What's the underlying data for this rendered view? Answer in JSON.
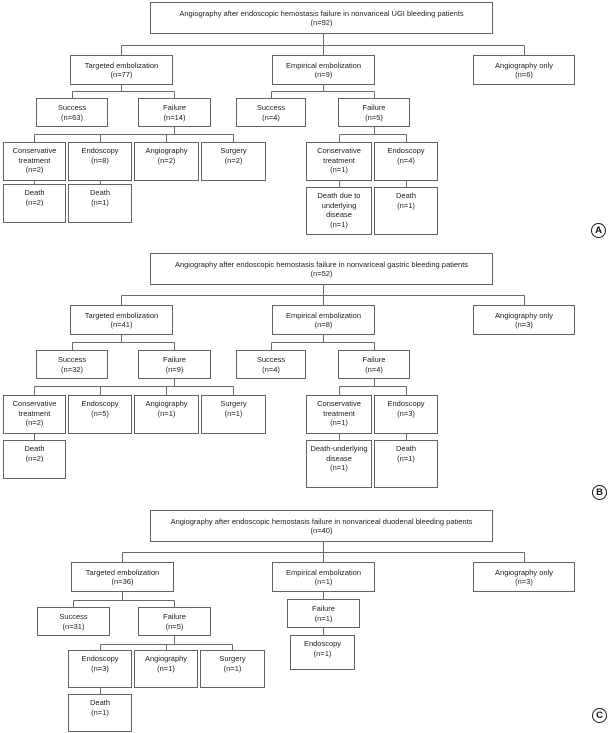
{
  "panels": [
    {
      "panel_label": "A",
      "title": {
        "label": "Angiography after endoscopic hemostasis failure in nonvariceal UGI bleeding patients",
        "n": "(n=92)"
      },
      "nodes": {
        "targeted": {
          "label": "Targeted embolization",
          "n": "(n=77)"
        },
        "empirical": {
          "label": "Empirical embolization",
          "n": "(n=9)"
        },
        "angio_only": {
          "label": "Angiography only",
          "n": "(n=6)"
        },
        "t_success": {
          "label": "Success",
          "n": "(n=63)"
        },
        "t_failure": {
          "label": "Failure",
          "n": "(n=14)"
        },
        "e_success": {
          "label": "Success",
          "n": "(n=4)"
        },
        "e_failure": {
          "label": "Failure",
          "n": "(n=5)"
        },
        "t_cons": {
          "label": "Conservative treatment",
          "n": "(n=2)"
        },
        "t_endo": {
          "label": "Endoscopy",
          "n": "(n=8)"
        },
        "t_angio": {
          "label": "Angiography",
          "n": "(n=2)"
        },
        "t_surg": {
          "label": "Surgery",
          "n": "(n=2)"
        },
        "e_cons": {
          "label": "Conservative treatment",
          "n": "(n=1)"
        },
        "e_endo": {
          "label": "Endoscopy",
          "n": "(n=4)"
        },
        "t_cons_death": {
          "label": "Death",
          "n": "(n=2)"
        },
        "t_endo_death": {
          "label": "Death",
          "n": "(n=1)"
        },
        "e_cons_death": {
          "label": "Death due to underlying disease",
          "n": "(n=1)"
        },
        "e_endo_death": {
          "label": "Death",
          "n": "(n=1)"
        }
      }
    },
    {
      "panel_label": "B",
      "title": {
        "label": "Angiography after endoscopic hemostasis failure in nonvariceal gastric bleeding patients",
        "n": "(n=52)"
      },
      "nodes": {
        "targeted": {
          "label": "Targeted embolization",
          "n": "(n=41)"
        },
        "empirical": {
          "label": "Empirical embolization",
          "n": "(n=8)"
        },
        "angio_only": {
          "label": "Angiography only",
          "n": "(n=3)"
        },
        "t_success": {
          "label": "Success",
          "n": "(n=32)"
        },
        "t_failure": {
          "label": "Failure",
          "n": "(n=9)"
        },
        "e_success": {
          "label": "Success",
          "n": "(n=4)"
        },
        "e_failure": {
          "label": "Failure",
          "n": "(n=4)"
        },
        "t_cons": {
          "label": "Conservative treatment",
          "n": "(n=2)"
        },
        "t_endo": {
          "label": "Endoscopy",
          "n": "(n=5)"
        },
        "t_angio": {
          "label": "Angiography",
          "n": "(n=1)"
        },
        "t_surg": {
          "label": "Surgery",
          "n": "(n=1)"
        },
        "e_cons": {
          "label": "Conservative treatment",
          "n": "(n=1)"
        },
        "e_endo": {
          "label": "Endoscopy",
          "n": "(n=3)"
        },
        "t_cons_death": {
          "label": "Death",
          "n": "(n=2)"
        },
        "e_cons_death": {
          "label": "Death-underlying disease",
          "n": "(n=1)"
        },
        "e_endo_death": {
          "label": "Death",
          "n": "(n=1)"
        }
      }
    },
    {
      "panel_label": "C",
      "title": {
        "label": "Angiography after endoscopic hemostasis failure in nonvariceal duodenal bleeding patients",
        "n": "(n=40)"
      },
      "nodes": {
        "targeted": {
          "label": "Targeted embolization",
          "n": "(n=36)"
        },
        "empirical": {
          "label": "Empirical embolization",
          "n": "(n=1)"
        },
        "angio_only": {
          "label": "Angiography only",
          "n": "(n=3)"
        },
        "t_success": {
          "label": "Success",
          "n": "(n=31)"
        },
        "t_failure": {
          "label": "Failure",
          "n": "(n=5)"
        },
        "e_failure": {
          "label": "Failure",
          "n": "(n=1)"
        },
        "e_endo": {
          "label": "Endoscopy",
          "n": "(n=1)"
        },
        "t_endo": {
          "label": "Endoscopy",
          "n": "(n=3)"
        },
        "t_angio": {
          "label": "Angiography",
          "n": "(n=1)"
        },
        "t_surg": {
          "label": "Surgery",
          "n": "(n=1)"
        },
        "t_endo_death": {
          "label": "Death",
          "n": "(n=1)"
        }
      }
    }
  ]
}
